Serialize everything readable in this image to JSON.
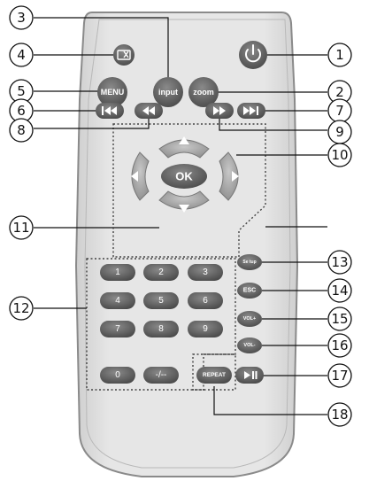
{
  "remote": {
    "buttons": {
      "mute_icon": "mute-icon",
      "power_icon": "power-icon",
      "input": "input",
      "menu": "MENU",
      "zoom": "zoom",
      "prev_icon": "skip-previous-icon",
      "rewind_icon": "rewind-icon",
      "forward_icon": "fast-forward-icon",
      "next_icon": "skip-next-icon",
      "ok": "OK",
      "setup": "Se tup",
      "esc": "ESC",
      "vol_plus": "VOL+",
      "vol_minus": "VOL-",
      "play_pause_icon": "play-pause-icon",
      "repeat": "REPEAT",
      "digits": [
        "1",
        "2",
        "3",
        "4",
        "5",
        "6",
        "7",
        "8",
        "9",
        "0"
      ],
      "dash": "-/--"
    },
    "colors": {
      "body": "#e2e2e2",
      "body_edge": "#9a9a9a",
      "button": "#5d5d5d",
      "button_light": "#8f8f8f",
      "power": "#777777"
    }
  },
  "callouts": [
    "1",
    "2",
    "3",
    "4",
    "5",
    "6",
    "7",
    "8",
    "9",
    "10",
    "11",
    "12",
    "13",
    "14",
    "15",
    "16",
    "17",
    "18"
  ]
}
